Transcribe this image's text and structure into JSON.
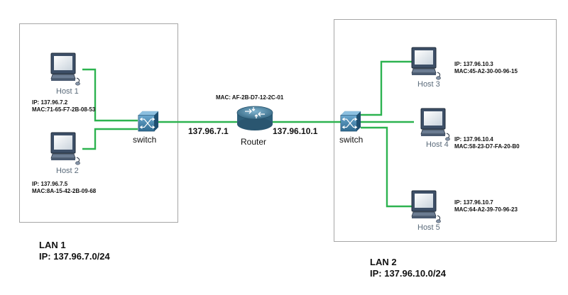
{
  "lan1": {
    "name": "LAN 1",
    "network": "IP: 137.96.7.0/24",
    "switch_label": "switch",
    "hosts": [
      {
        "name": "Host 1",
        "ip": "IP: 137.96.7.2",
        "mac": "MAC:71-65-F7-2B-08-53"
      },
      {
        "name": "Host 2",
        "ip": "IP: 137.96.7.5",
        "mac": "MAC:8A-15-42-2B-09-68"
      }
    ]
  },
  "lan2": {
    "name": "LAN 2",
    "network": "IP: 137.96.10.0/24",
    "switch_label": "switch",
    "hosts": [
      {
        "name": "Host 3",
        "ip": "IP: 137.96.10.3",
        "mac": "MAC:45-A2-30-00-96-15"
      },
      {
        "name": "Host 4",
        "ip": "IP: 137.96.10.4",
        "mac": "MAC:58-23-D7-FA-20-B0"
      },
      {
        "name": "Host 5",
        "ip": "IP: 137.96.10.7",
        "mac": "MAC:64-A2-39-70-96-23"
      }
    ]
  },
  "router": {
    "label": "Router",
    "mac": "MAC: AF-2B-D7-12-2C-01",
    "left_ip": "137.96.7.1",
    "right_ip": "137.96.10.1"
  },
  "colors": {
    "link": "#2db350",
    "box_border": "#a6a6a6",
    "switch_fill": "#3f7fa6",
    "router_fill": "#3b6f8c"
  }
}
